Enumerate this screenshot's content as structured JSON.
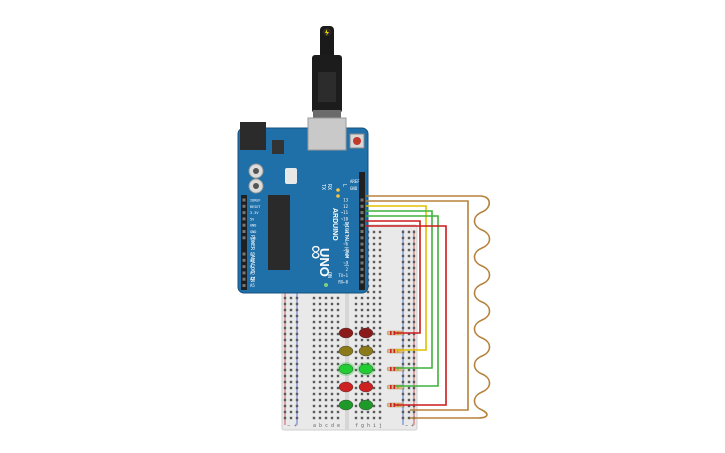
{
  "board": {
    "brand_logo": "∞",
    "brand_name": "ARDUINO",
    "model": "UNO",
    "digital_label": "DIGITAL (PWM ~)",
    "power_label": "POWER",
    "analog_label": "ANALOG IN",
    "tx_label": "TX",
    "rx_label": "RX",
    "l_label": "L",
    "on_label": "ON",
    "aref_label": "AREF",
    "gnd_label": "GND",
    "digital_pins": [
      "13",
      "12",
      "~11",
      "~10",
      "~9",
      "8",
      "7",
      "~6",
      "~5",
      "4",
      "~3",
      "2",
      "TX→1",
      "RX←0"
    ],
    "power_pins": [
      "IOREF",
      "RESET",
      "3.3V",
      "5V",
      "GND",
      "GND",
      "Vin"
    ],
    "analog_pins": [
      "A0",
      "A1",
      "A2",
      "A3",
      "A4",
      "A5"
    ]
  },
  "breadboard": {
    "column_labels_left": [
      "a",
      "b",
      "c",
      "d",
      "e"
    ],
    "column_labels_right": [
      "f",
      "g",
      "h",
      "i",
      "j"
    ],
    "rail_minus": "−",
    "rail_plus": "+"
  },
  "leds": [
    {
      "color": "#8b1a1a",
      "lit": false
    },
    {
      "color": "#8a7a1a",
      "lit": false
    },
    {
      "color": "#22cc33",
      "lit": true
    },
    {
      "color": "#cc2222",
      "lit": false
    },
    {
      "color": "#1f9a2a",
      "lit": false
    }
  ],
  "wires": [
    {
      "color": "#b5823c",
      "name": "brown"
    },
    {
      "color": "#e0c000",
      "name": "yellow"
    },
    {
      "color": "#3db33d",
      "name": "green"
    },
    {
      "color": "#cc1a1a",
      "name": "red"
    }
  ],
  "icons": {
    "power": "lightning-icon",
    "reset": "reset-button-icon"
  }
}
